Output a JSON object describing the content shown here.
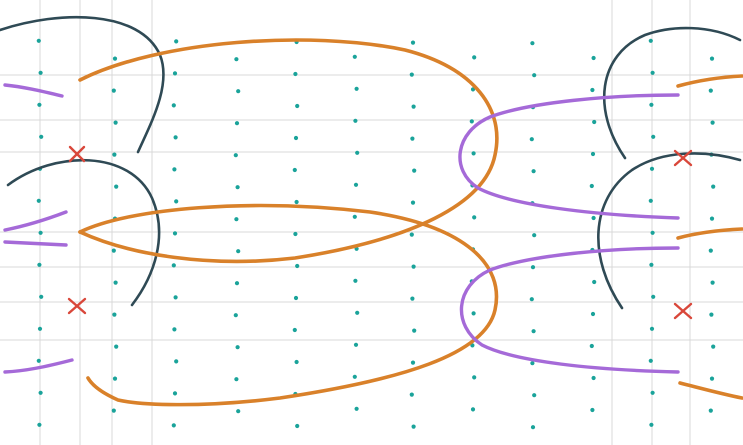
{
  "diagram": {
    "colors": {
      "background": "#ffffff",
      "grid": "#d9d9d9",
      "dots": "#1aa39a",
      "dark_arc": "#2f4a55",
      "orange": "#d9812a",
      "purple": "#a56ad8",
      "cross": "#d9473a"
    },
    "marks": {
      "crosses": 4,
      "orange_loops": 2,
      "purple_loops": 2,
      "dark_arcs": 4
    }
  }
}
